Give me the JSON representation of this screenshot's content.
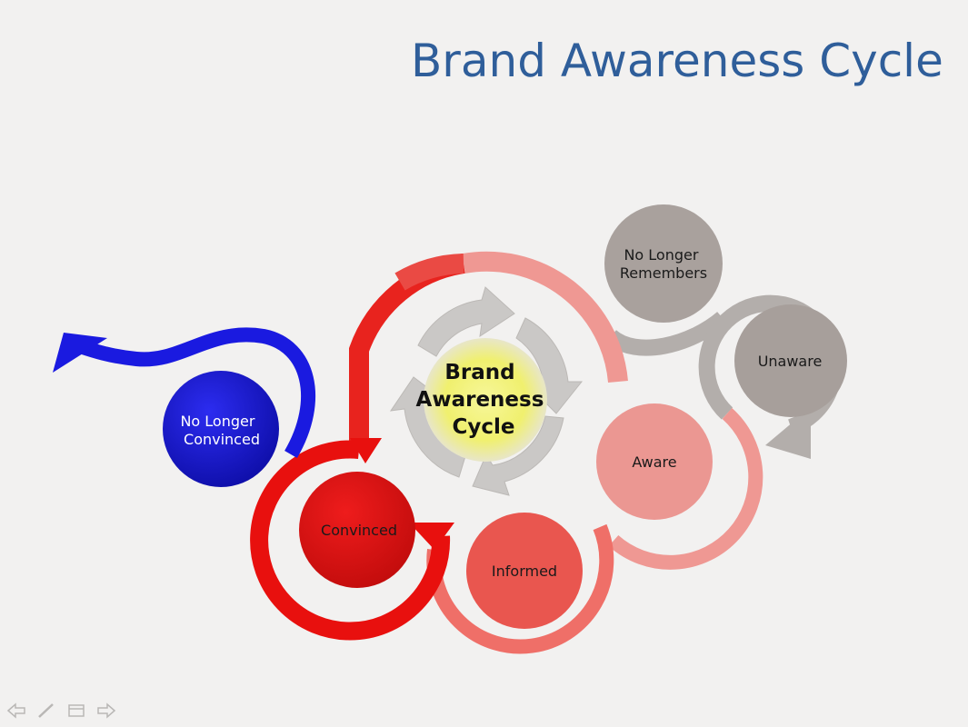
{
  "slide": {
    "title": "Brand Awareness Cycle"
  },
  "diagram": {
    "center_label": [
      "Brand",
      "Awareness",
      "Cycle"
    ],
    "nodes": {
      "no_longer_remembers": [
        "No Longer",
        "Remembers"
      ],
      "unaware": "Unaware",
      "aware": "Aware",
      "informed": "Informed",
      "convinced": "Convinced",
      "no_longer_convinced": [
        "No Longer",
        "Convinced"
      ]
    },
    "colors": {
      "title": "#2f5e9a",
      "gray_node": "#a9a19d",
      "gray_arrow": "#b3aeab",
      "aware": "#eb9792",
      "informed": "#e9564f",
      "convinced": "#e01414",
      "no_longer_convinced": "#1414cc",
      "blue_arrow": "#1a1ae0",
      "red_ring": "#e8231e",
      "light_red_ring": "#ef9893",
      "center_glow": "#f5f57a"
    }
  },
  "nav": {
    "prev_icon": "arrow-left-icon",
    "pen_icon": "pen-icon",
    "menu_icon": "slide-menu-icon",
    "next_icon": "arrow-right-icon"
  }
}
